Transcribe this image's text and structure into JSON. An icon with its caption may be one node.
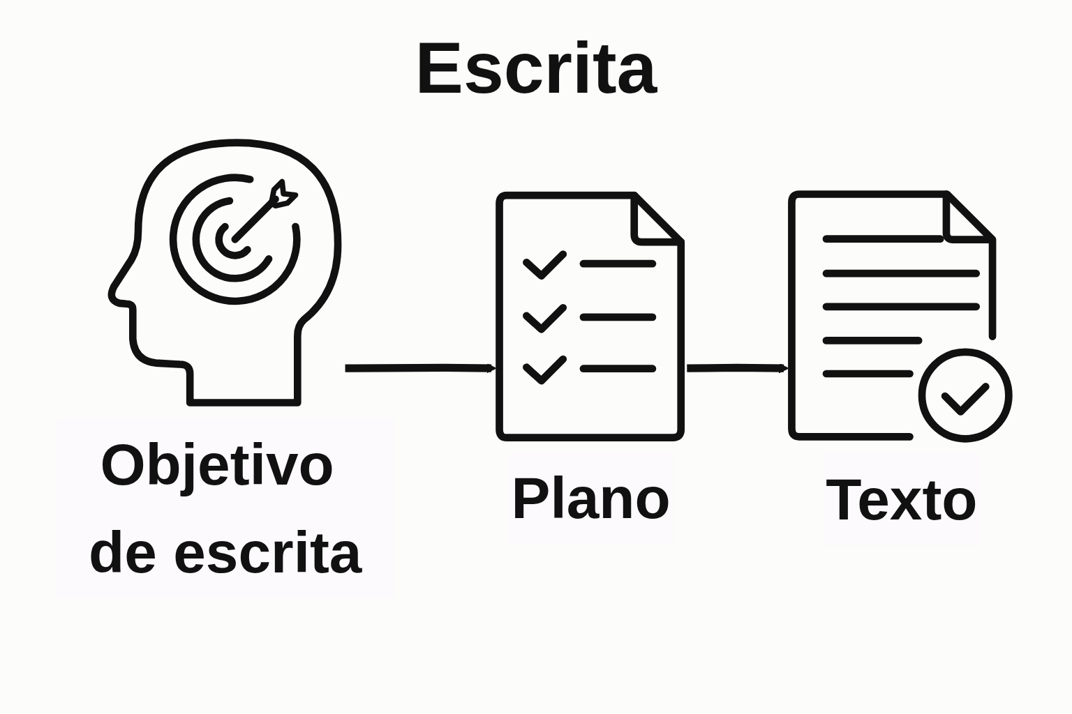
{
  "diagram": {
    "title": "Escrita",
    "nodes": [
      {
        "text": [
          "Objetivo de escrita"
        ]
      },
      {
        "text": [
          "Plano"
        ]
      },
      {
        "text": [
          "Texto"
        ]
      }
    ],
    "edges": [
      {
        "from": 0,
        "to": 1,
        "arrow": "to"
      },
      {
        "from": 1,
        "to": 2,
        "arrow": "to"
      }
    ]
  }
}
